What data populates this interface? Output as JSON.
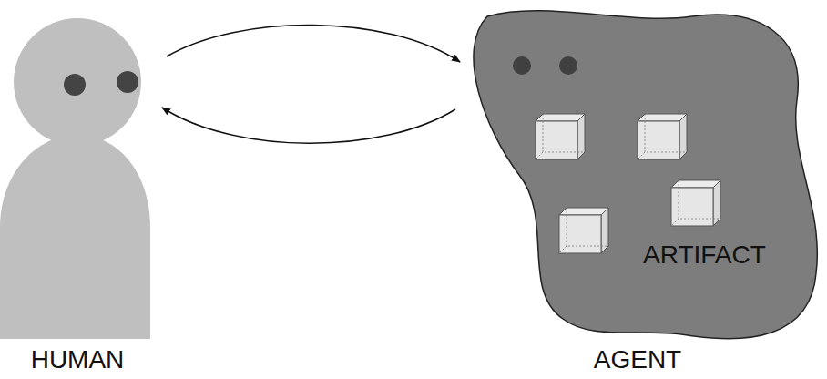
{
  "diagram": {
    "nodes": [
      {
        "text": [
          "HUMAN"
        ]
      },
      {
        "text": [
          "AGENT"
        ]
      }
    ],
    "edges": [
      {
        "from": 0,
        "to": 1,
        "arrow": "to"
      },
      {
        "from": 1,
        "to": 0,
        "arrow": "to"
      }
    ],
    "labels": [
      "ARTIFACT"
    ]
  }
}
